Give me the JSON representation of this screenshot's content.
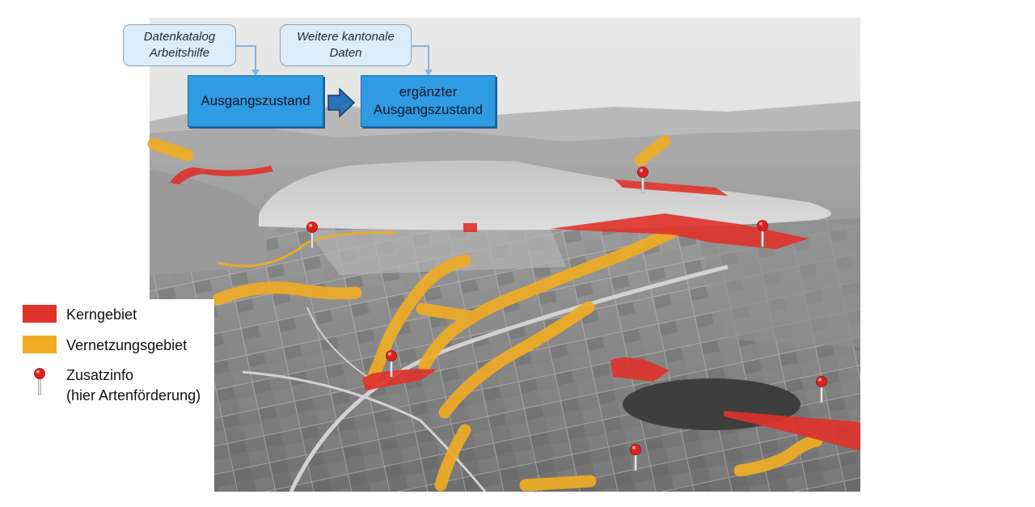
{
  "flow": {
    "note_left": {
      "line1": "Datenkatalog",
      "line2": "Arbeitshilfe"
    },
    "note_right": {
      "line1": "Weitere kantonale",
      "line2": "Daten"
    },
    "step_left": {
      "label": "Ausgangszustand"
    },
    "step_right": {
      "line1": "ergänzter",
      "line2": "Ausgangszustand"
    }
  },
  "legend": {
    "items": [
      {
        "label": "Kerngebiet",
        "color": "#e0312a"
      },
      {
        "label": "Vernetzungsgebiet",
        "color": "#eeac25"
      },
      {
        "line1": "Zusatzinfo",
        "line2": "(hier Artenförderung)",
        "icon": "map-pin-icon"
      }
    ]
  },
  "colors": {
    "core_area": "#e0312a",
    "corridor": "#eeac25",
    "box_fill": "#2f9be2",
    "note_fill": "#dcecf8",
    "arrow": "#2b73b8"
  }
}
